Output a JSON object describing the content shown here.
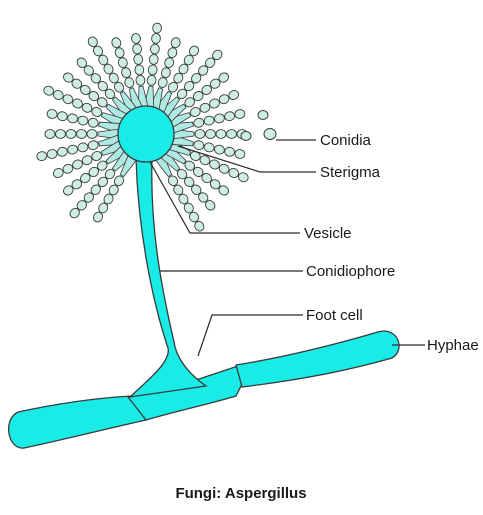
{
  "colors": {
    "cell_fill": "#19ebe6",
    "cell_stroke": "#3a3a3a",
    "sterigma_fill": "#aee9e4",
    "conidia_fill": "#cfeee2",
    "leader_line": "#2a2a2a"
  },
  "labels": {
    "conidia": "Conidia",
    "sterigma": "Sterigma",
    "vesicle": "Vesicle",
    "conidiophore": "Conidiophore",
    "foot_cell": "Foot cell",
    "hyphae": "Hyphae"
  },
  "caption": "Fungi: Aspergillus"
}
